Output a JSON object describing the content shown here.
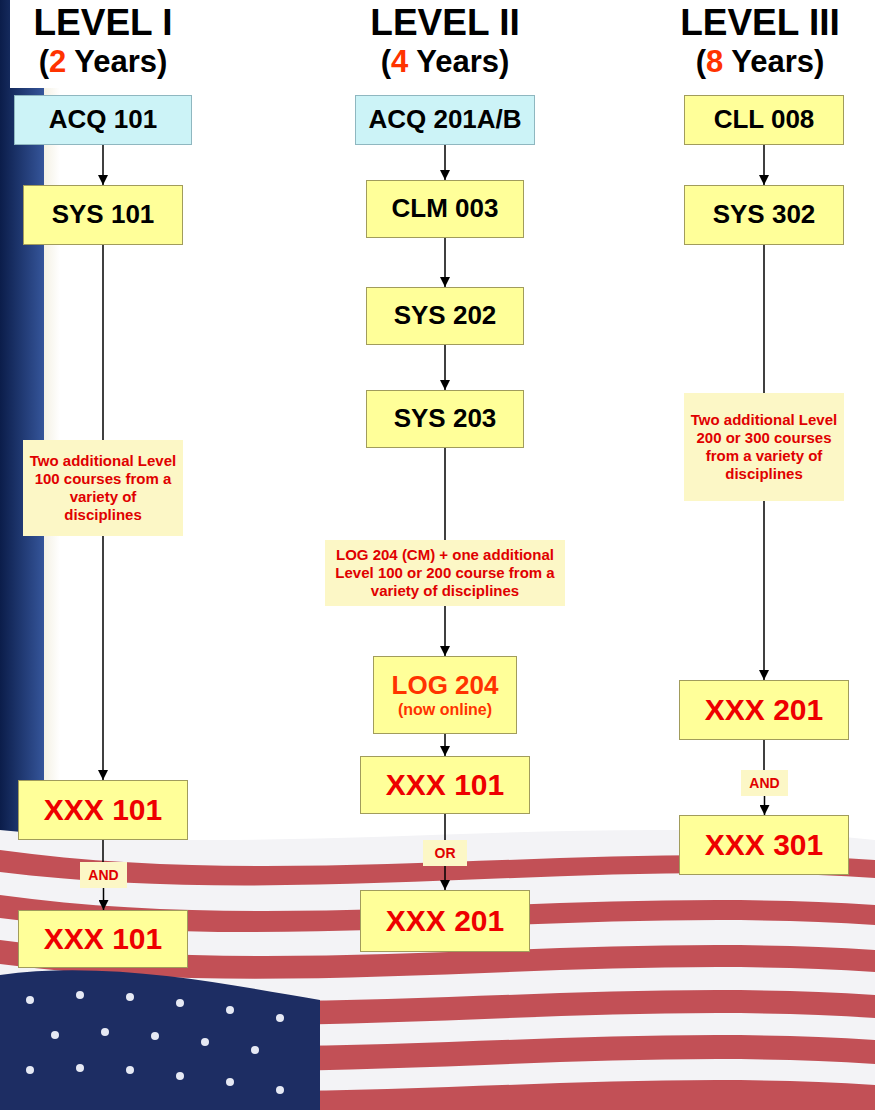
{
  "diagram": {
    "nodes": [
      {
        "text": [
          "ACQ 101"
        ]
      },
      {
        "text": [
          "SYS 101"
        ]
      },
      {
        "text": [
          "Two additional Level 100 courses from a variety of disciplines"
        ]
      },
      {
        "text": [
          "XXX 101"
        ]
      },
      {
        "text": [
          "AND"
        ]
      },
      {
        "text": [
          "XXX 101"
        ]
      },
      {
        "text": [
          "ACQ 201A/B"
        ]
      },
      {
        "text": [
          "CLM 003"
        ]
      },
      {
        "text": [
          "SYS 202"
        ]
      },
      {
        "text": [
          "SYS 203"
        ]
      },
      {
        "text": [
          "LOG 204 (CM) + one additional Level 100 or 200 course from a variety of disciplines"
        ]
      },
      {
        "text": [
          "LOG 204",
          "(now online)"
        ]
      },
      {
        "text": [
          "XXX 101"
        ]
      },
      {
        "text": [
          "OR"
        ]
      },
      {
        "text": [
          "XXX 201"
        ]
      },
      {
        "text": [
          "CLL 008"
        ]
      },
      {
        "text": [
          "SYS 302"
        ]
      },
      {
        "text": [
          "Two additional Level 200 or 300 courses from a variety of disciplines"
        ]
      },
      {
        "text": [
          "XXX 201"
        ]
      },
      {
        "text": [
          "AND"
        ]
      },
      {
        "text": [
          "XXX 301"
        ]
      }
    ],
    "edges": [
      {
        "from": 0,
        "to": 1,
        "arrow": "to"
      },
      {
        "from": 1,
        "to": 2,
        "arrow": "none"
      },
      {
        "from": 2,
        "to": 3,
        "arrow": "to"
      },
      {
        "from": 3,
        "to": 4,
        "arrow": "none"
      },
      {
        "from": 4,
        "to": 5,
        "arrow": "to"
      },
      {
        "from": 6,
        "to": 7,
        "arrow": "to"
      },
      {
        "from": 7,
        "to": 8,
        "arrow": "to"
      },
      {
        "from": 8,
        "to": 9,
        "arrow": "to"
      },
      {
        "from": 9,
        "to": 10,
        "arrow": "none"
      },
      {
        "from": 10,
        "to": 11,
        "arrow": "to"
      },
      {
        "from": 11,
        "to": 12,
        "arrow": "to"
      },
      {
        "from": 12,
        "to": 13,
        "arrow": "none"
      },
      {
        "from": 13,
        "to": 14,
        "arrow": "to"
      },
      {
        "from": 15,
        "to": 16,
        "arrow": "to"
      },
      {
        "from": 16,
        "to": 17,
        "arrow": "none"
      },
      {
        "from": 17,
        "to": 18,
        "arrow": "to"
      },
      {
        "from": 18,
        "to": 19,
        "arrow": "none"
      },
      {
        "from": 19,
        "to": 20,
        "arrow": "to"
      }
    ],
    "labels": [
      "LEVEL I",
      "(2 Years)",
      "LEVEL II",
      "(4 Years)",
      "LEVEL III",
      "(8 Years)"
    ]
  }
}
